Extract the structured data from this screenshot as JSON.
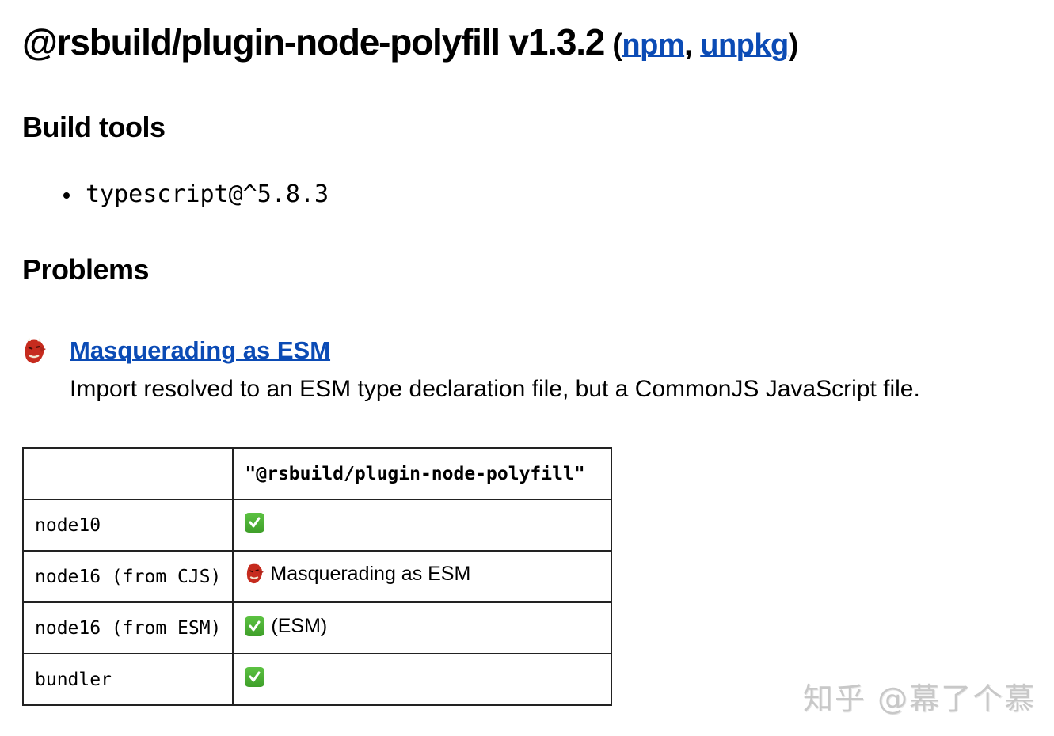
{
  "header": {
    "package": "@rsbuild/plugin-node-polyfill",
    "version": "v1.3.2",
    "links_open": " (",
    "links": [
      {
        "label": "npm"
      },
      {
        "label": "unpkg"
      }
    ],
    "links_separator": ", ",
    "links_close": ")"
  },
  "build_tools": {
    "heading": "Build tools",
    "items": [
      "typescript@^5.8.3"
    ]
  },
  "problems": {
    "heading": "Problems",
    "items": [
      {
        "icon": "goblin-mask-icon",
        "title": "Masquerading as ESM",
        "description": "Import resolved to an ESM type declaration file, but a CommonJS JavaScript file."
      }
    ]
  },
  "resolution_table": {
    "header": [
      "",
      "\"@rsbuild/plugin-node-polyfill\""
    ],
    "rows": [
      {
        "mode": "node10",
        "icon": "check-icon",
        "result": ""
      },
      {
        "mode": "node16 (from CJS)",
        "icon": "goblin-mask-icon",
        "result": "Masquerading as ESM"
      },
      {
        "mode": "node16 (from ESM)",
        "icon": "check-icon",
        "result": "(ESM)"
      },
      {
        "mode": "bundler",
        "icon": "check-icon",
        "result": ""
      }
    ]
  },
  "colors": {
    "link": "#0b4bb5",
    "check": "#4caf35",
    "mask": "#c62b1e"
  },
  "watermark": "知乎 @幕了个慕"
}
